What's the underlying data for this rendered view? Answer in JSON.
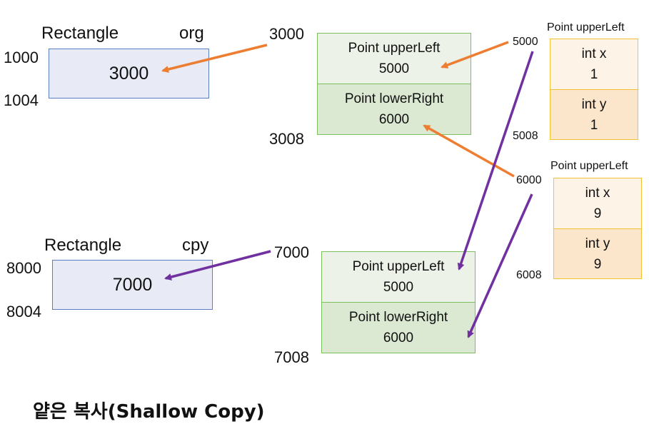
{
  "org": {
    "type_label": "Rectangle",
    "var_name": "org",
    "addr_start": "1000",
    "addr_end": "1004",
    "value": "3000"
  },
  "cpy": {
    "type_label": "Rectangle",
    "var_name": "cpy",
    "addr_start": "8000",
    "addr_end": "8004",
    "value": "7000"
  },
  "rect_org": {
    "addr_start": "3000",
    "addr_end": "3008",
    "upper_label": "Point  upperLeft",
    "upper_value": "5000",
    "lower_label": "Point  lowerRight",
    "lower_value": "6000"
  },
  "rect_cpy": {
    "addr_start": "7000",
    "addr_end": "7008",
    "upper_label": "Point  upperLeft",
    "upper_value": "5000",
    "lower_label": "Point  lowerRight",
    "lower_value": "6000"
  },
  "point_5000": {
    "title": "Point upperLeft",
    "addr_start": "5000",
    "addr_end": "5008",
    "x_label": "int x",
    "x_value": "1",
    "y_label": "int y",
    "y_value": "1"
  },
  "point_6000": {
    "title": "Point upperLeft",
    "addr_start": "6000",
    "addr_end": "6008",
    "x_label": "int x",
    "x_value": "9",
    "y_label": "int y",
    "y_value": "9"
  },
  "caption": "얕은 복사(Shallow Copy)",
  "colors": {
    "org_arrow": "#ed7d31",
    "cpy_arrow": "#7030a0",
    "ref_fill": "#e8ebf6",
    "ref_border": "#5b7fc4",
    "point_border": "#7cbf5c",
    "int_border": "#f2c233"
  }
}
